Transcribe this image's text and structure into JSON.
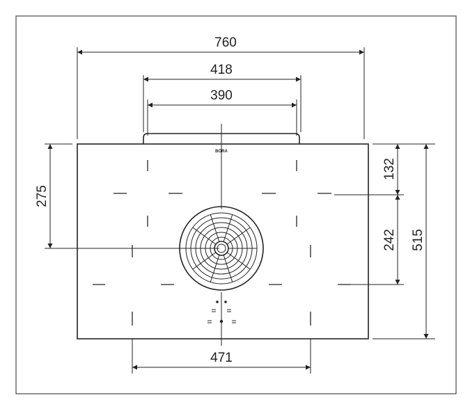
{
  "dimensions": {
    "total_width": "760",
    "extractor_outer_width": "418",
    "extractor_inner_width": "390",
    "depth_to_extractor_center": "275",
    "front_offset": "132",
    "rear_zone_depth": "242",
    "total_depth": "515",
    "frame_cutout_width": "471"
  },
  "brand": "BORA",
  "colors": {
    "line": "#222222",
    "background": "#ffffff"
  }
}
